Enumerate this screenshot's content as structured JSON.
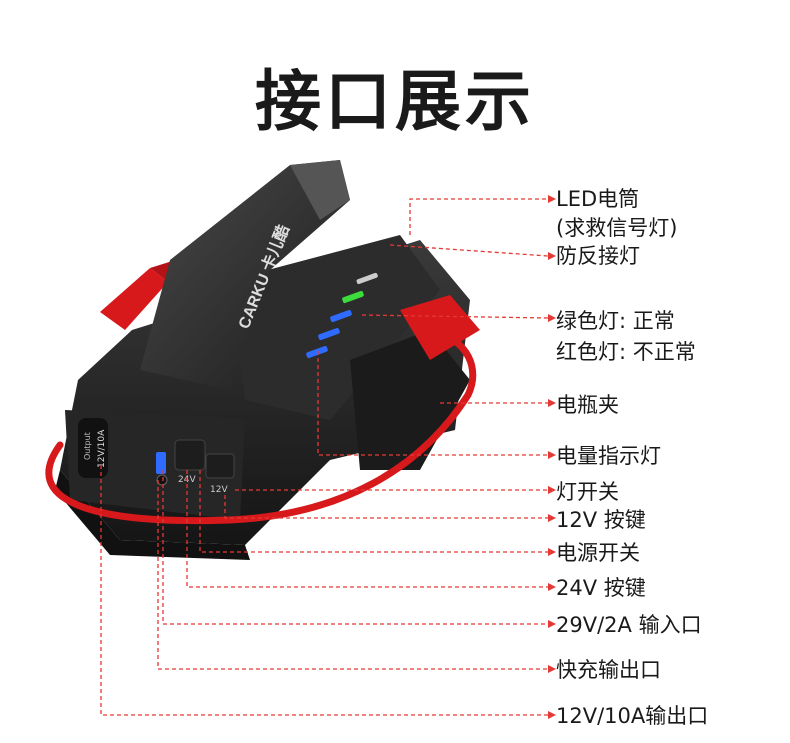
{
  "title": "接口展示",
  "brand": "CARKU 卡儿酷",
  "panel": {
    "output_text": "Output",
    "output_rating": "12V/10A",
    "btn_24v": "24V",
    "btn_12v": "12V"
  },
  "callouts": [
    {
      "text": "LED电筒"
    },
    {
      "text": "(求救信号灯)"
    },
    {
      "text": "防反接灯"
    },
    {
      "text": "绿色灯: 正常"
    },
    {
      "text": "红色灯: 不正常"
    },
    {
      "text": "电瓶夹"
    },
    {
      "text": "电量指示灯"
    },
    {
      "text": "灯开关"
    },
    {
      "text": "12V 按键"
    },
    {
      "text": "电源开关"
    },
    {
      "text": "24V 按键"
    },
    {
      "text": "29V/2A 输入口"
    },
    {
      "text": "快充输出口"
    },
    {
      "text": "12V/10A输出口"
    }
  ],
  "colors": {
    "leader_line": "#e53935",
    "body": "#222222",
    "cable_red": "#d7191c",
    "led_green": "#3ddc3d",
    "led_blue": "#2f6bff"
  }
}
